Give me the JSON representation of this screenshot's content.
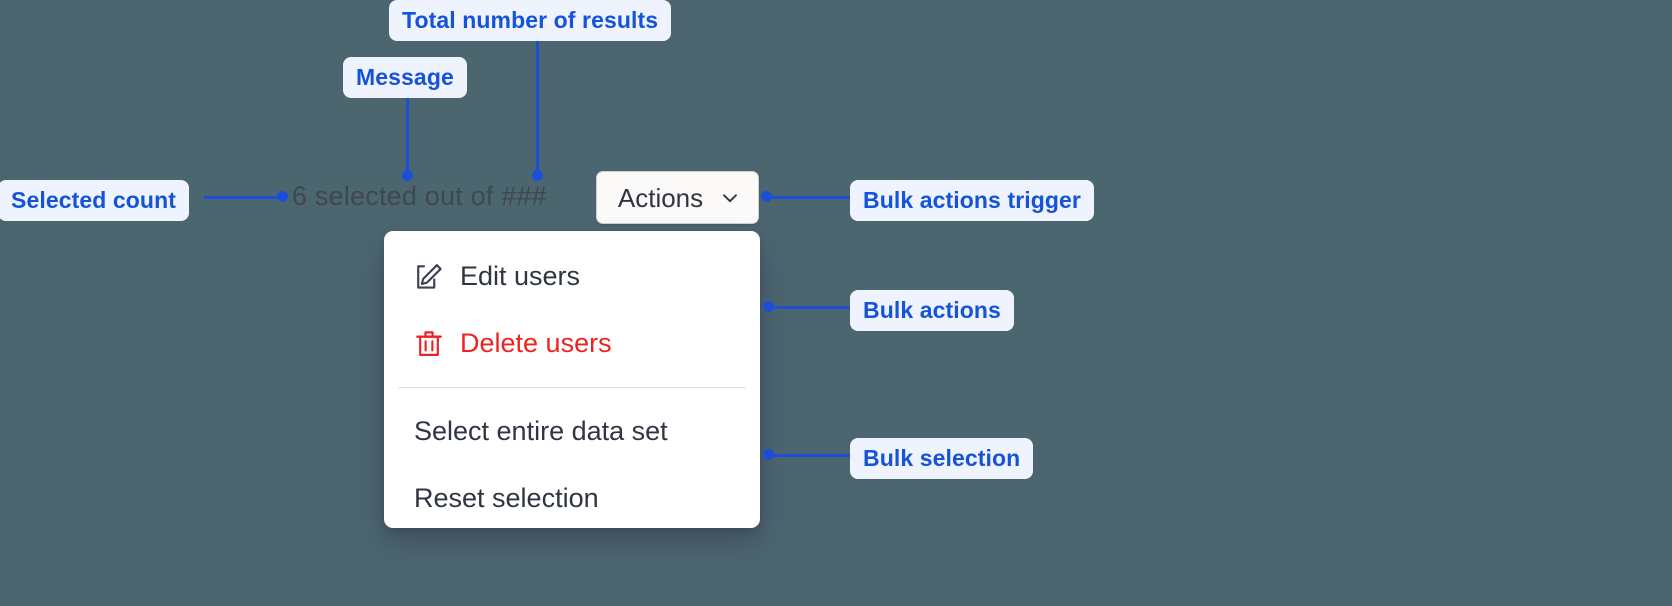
{
  "theme": {
    "background": "#4c6670",
    "annotation_text": "#1553d8",
    "annotation_bg": "#eef3fd",
    "annotation_line": "#1d4ed8",
    "message_text": "#3f4654",
    "menu_bg": "#ffffff",
    "danger": "#ee2222",
    "button_bg": "#fbfaf9",
    "button_border": "#cfd2d6"
  },
  "annotations": [
    {
      "id": "total-results",
      "label": "Total number of results"
    },
    {
      "id": "message",
      "label": "Message"
    },
    {
      "id": "selected-count",
      "label": "Selected count"
    },
    {
      "id": "bulk-actions-trigger",
      "label": "Bulk actions trigger"
    },
    {
      "id": "bulk-actions",
      "label": "Bulk actions"
    },
    {
      "id": "bulk-selection",
      "label": "Bulk selection"
    }
  ],
  "component": {
    "selected_count_text": "6 selected out of ###",
    "selected_count_parts": {
      "count": "6",
      "message": "selected out of",
      "total": "###"
    },
    "trigger": {
      "label": "Actions",
      "icon": "chevron-down-icon"
    },
    "menu": {
      "actions": [
        {
          "label": "Edit users",
          "icon": "edit-icon",
          "variant": "default"
        },
        {
          "label": "Delete users",
          "icon": "trash-icon",
          "variant": "danger"
        }
      ],
      "selection": [
        {
          "label": "Select entire data set",
          "icon": null,
          "variant": "default"
        },
        {
          "label": "Reset selection",
          "icon": null,
          "variant": "default"
        }
      ]
    }
  }
}
